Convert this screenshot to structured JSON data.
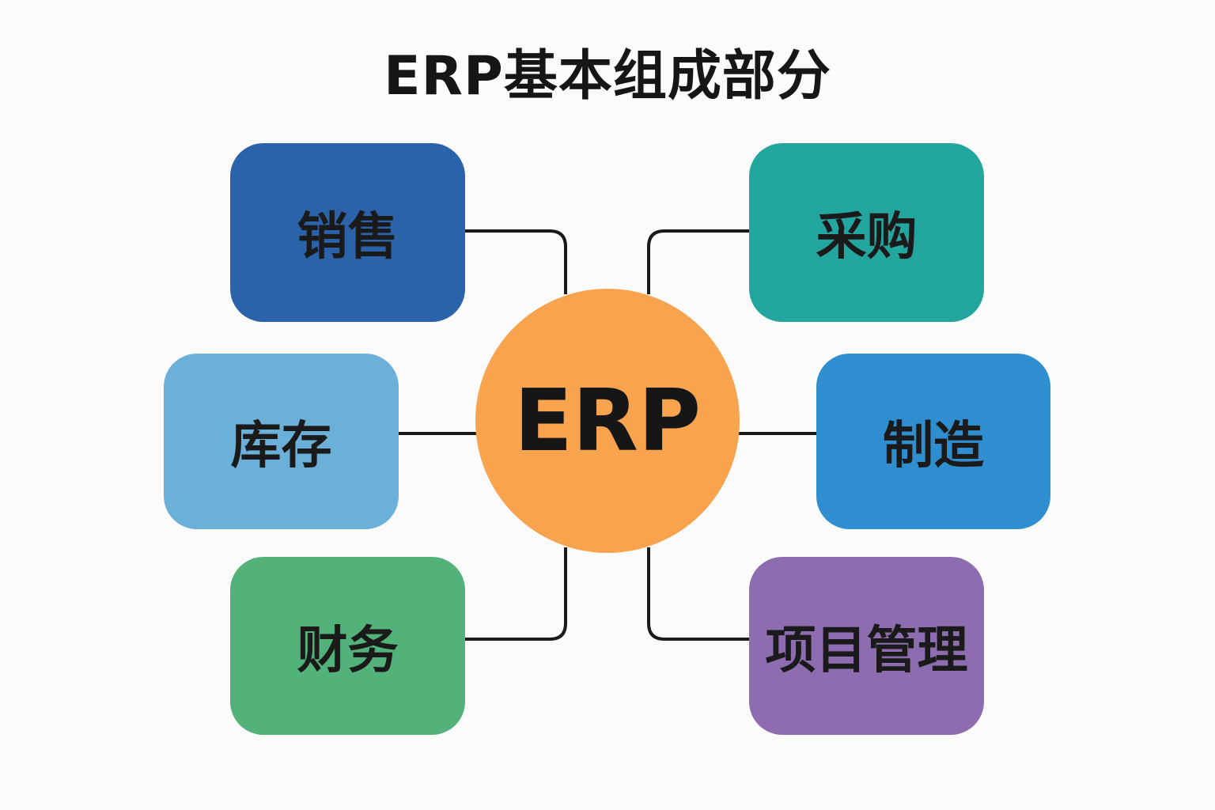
{
  "title": "ERP基本组成部分",
  "center": {
    "label": "ERP",
    "color": "#f9a34e"
  },
  "modules": [
    {
      "id": "sales",
      "label": "销售",
      "color": "#2a63aa"
    },
    {
      "id": "procurement",
      "label": "采购",
      "color": "#23a6a0"
    },
    {
      "id": "inventory",
      "label": "库存",
      "color": "#6ab0d8"
    },
    {
      "id": "manufacturing",
      "label": "制造",
      "color": "#2f8ecf"
    },
    {
      "id": "finance",
      "label": "财务",
      "color": "#52b27a"
    },
    {
      "id": "project-management",
      "label": "项目管理",
      "color": "#8d6db0"
    }
  ]
}
